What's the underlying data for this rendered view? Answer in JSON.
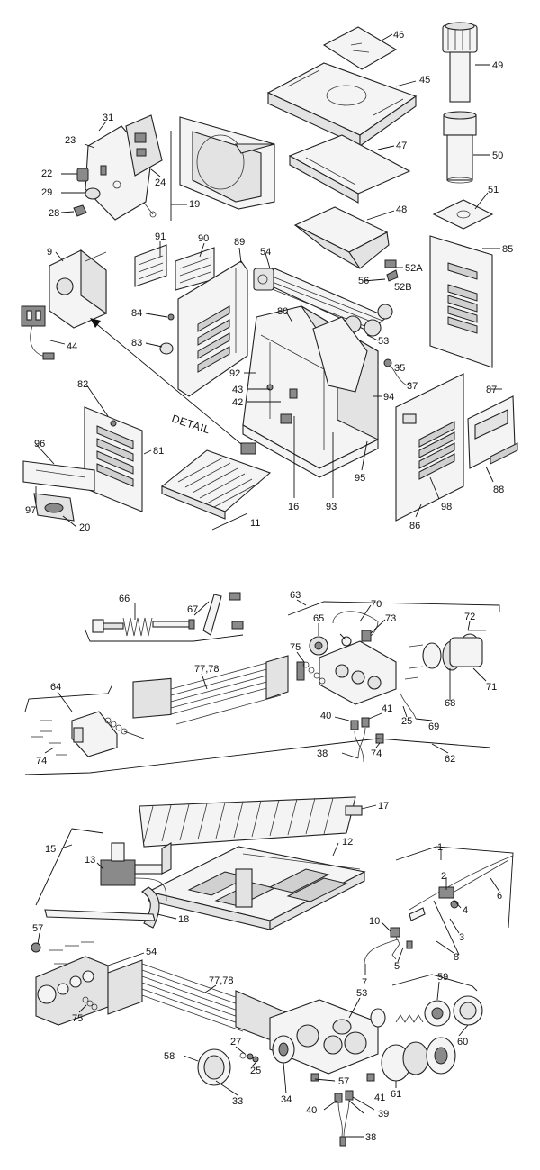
{
  "figure": {
    "detail_label": "DETAIL",
    "part_numbers": {
      "top": [
        "46",
        "45",
        "49",
        "31",
        "23",
        "22",
        "29",
        "28",
        "24",
        "19",
        "47",
        "50",
        "48",
        "51",
        "9",
        "91",
        "90",
        "89",
        "54",
        "56",
        "52A",
        "52B",
        "85",
        "84",
        "83",
        "44",
        "80",
        "53",
        "82",
        "92",
        "43",
        "42",
        "35",
        "37",
        "94",
        "87",
        "96",
        "81",
        "16",
        "93",
        "95",
        "86",
        "98",
        "88",
        "97",
        "20",
        "11"
      ],
      "middle": [
        "66",
        "67",
        "63",
        "70",
        "73",
        "65",
        "72",
        "75",
        "77,78",
        "64",
        "71",
        "68",
        "40",
        "41",
        "25",
        "69",
        "74",
        "38",
        "74",
        "62"
      ],
      "bottom": [
        "17",
        "15",
        "13",
        "12",
        "1",
        "2",
        "4",
        "6",
        "57",
        "10",
        "3",
        "18",
        "8",
        "5",
        "7",
        "54",
        "77,78",
        "59",
        "75",
        "53",
        "60",
        "58",
        "27",
        "25",
        "33",
        "34",
        "57",
        "61",
        "40",
        "41",
        "39",
        "38"
      ]
    }
  }
}
